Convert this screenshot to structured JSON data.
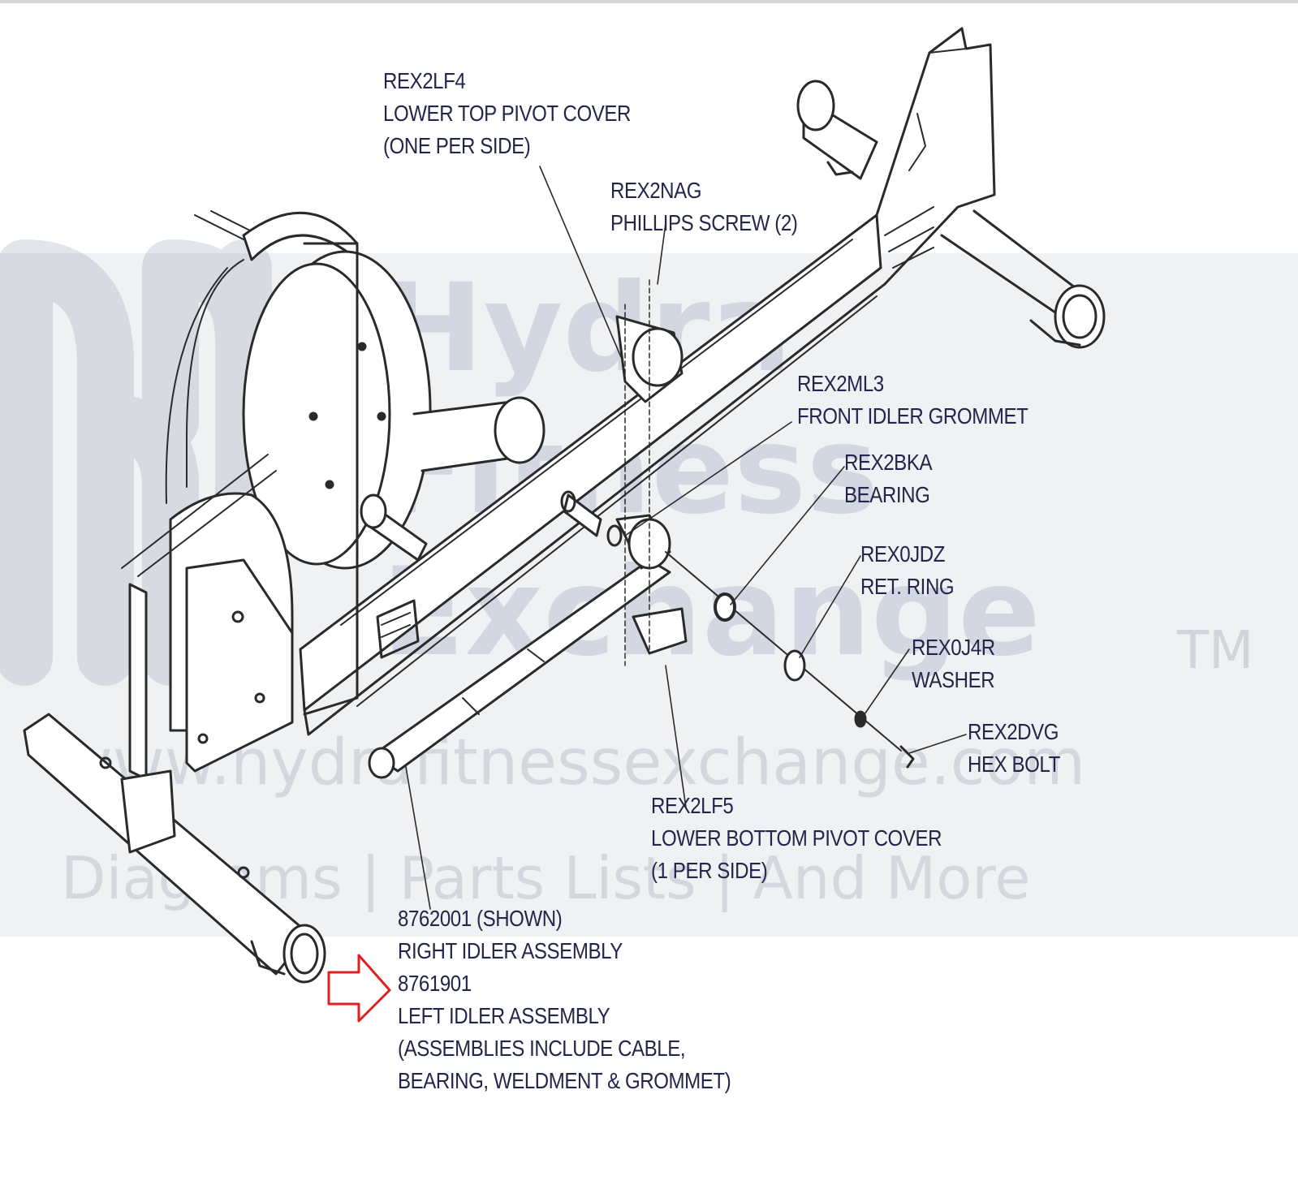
{
  "watermark": {
    "line1": "Hydra",
    "line2": "Fitness",
    "line3": "Exchange",
    "trademark": "TM",
    "url": "www.hydrafitnessexchange.com",
    "tagline": "Diagrams | Parts Lists | And More"
  },
  "callouts": {
    "lower_top_pivot_cover": {
      "part": "REX2LF4",
      "name": "LOWER TOP PIVOT COVER",
      "note": "(ONE PER SIDE)"
    },
    "phillips_screw": {
      "part": "REX2NAG",
      "name": "PHILLIPS SCREW (2)"
    },
    "front_idler_grommet": {
      "part": "REX2ML3",
      "name": "FRONT IDLER GROMMET"
    },
    "bearing": {
      "part": "REX2BKA",
      "name": "BEARING"
    },
    "ret_ring": {
      "part": "REX0JDZ",
      "name": "RET. RING"
    },
    "washer": {
      "part": "REX0J4R",
      "name": "WASHER"
    },
    "hex_bolt": {
      "part": "REX2DVG",
      "name": "HEX BOLT"
    },
    "lower_bottom_pivot_cover": {
      "part": "REX2LF5",
      "name": "LOWER BOTTOM PIVOT COVER",
      "note": "(1 PER SIDE)"
    },
    "idler_assembly": {
      "right_part": "8762001 (SHOWN)",
      "right_name": "RIGHT IDLER ASSEMBLY",
      "left_part": "8761901",
      "left_name": "LEFT IDLER ASSEMBLY",
      "note_line1": "(ASSEMBLIES INCLUDE CABLE,",
      "note_line2": "BEARING, WELDMENT & GROMMET)"
    }
  },
  "colors": {
    "line": "#2a2a2a",
    "callout_text": "#23264a",
    "highlight_arrow": "#e02020"
  }
}
